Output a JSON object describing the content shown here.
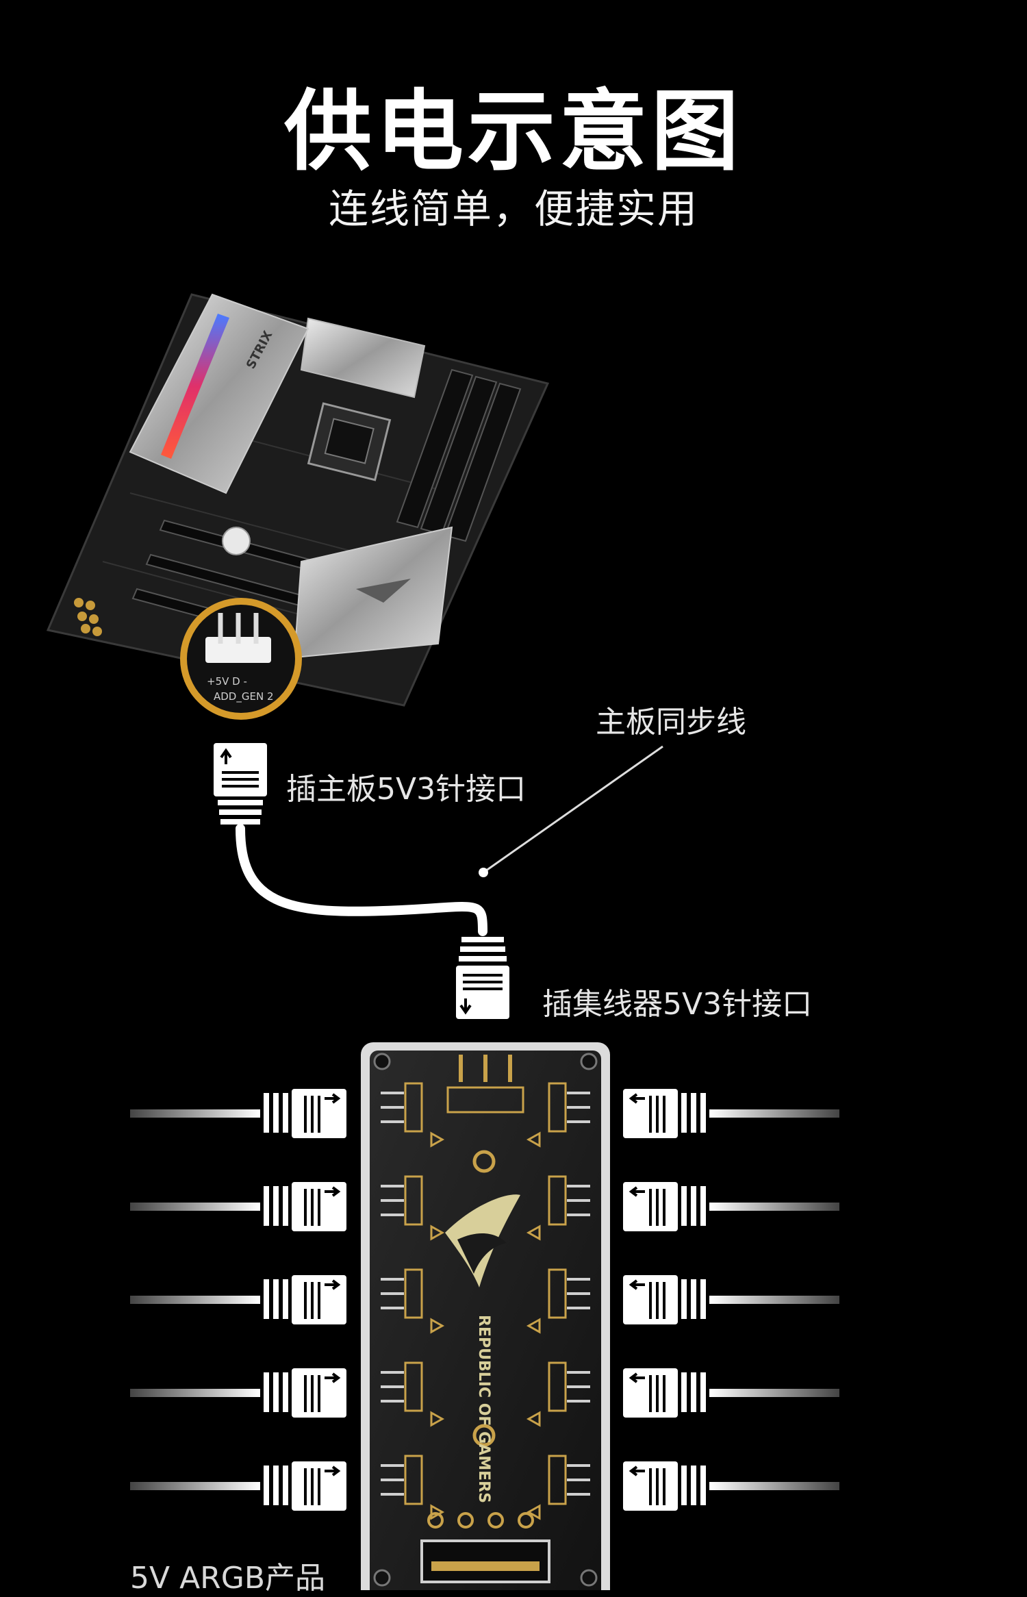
{
  "header": {
    "title": "供电示意图",
    "subtitle": "连线简单，便捷实用"
  },
  "labels": {
    "sync_cable": "主板同步线",
    "mb_connector": "插主板5V3针接口",
    "hub_connector": "插集线器5V3针接口",
    "argb_products": "5V ARGB产品"
  },
  "motherboard": {
    "header_pin_label": "+5V  D  -",
    "header_name": "ADD_GEN 2",
    "strix_mark": "STRIX"
  },
  "hub": {
    "brand_text": "REPUBLIC OF GAMERS"
  },
  "colors": {
    "background": "#000000",
    "accent_ring": "#d59a2a",
    "cable": "#ffffff",
    "rgb_strip": "#e0306a"
  }
}
